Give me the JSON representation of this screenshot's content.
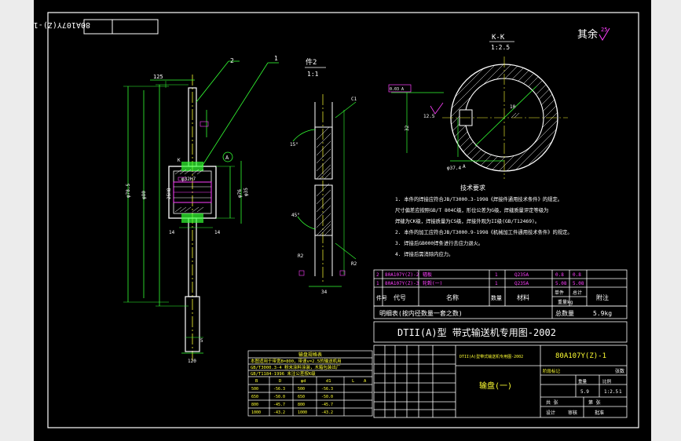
{
  "drawing": {
    "number": "80A107Y(Z)-1",
    "number_mirror": "80A107Y(Z)-1",
    "series_title": "DTII(A)型 带式输送机专用图-2002",
    "table_title": "DTII(A)型带式输送机专用图-2002",
    "part_name": "输盘(一)",
    "roughness_note": "其余",
    "roughness_value": "25"
  },
  "section": {
    "name": "K-K",
    "scale": "1:2.5",
    "keyway_depth": "φ37.4",
    "keyway_width": "10",
    "tol_frame": "0.03 A",
    "angle_label": "A",
    "ra_label": "12.5",
    "dim_side": "32"
  },
  "detail": {
    "name": "件2",
    "scale": "1:1",
    "angle1": "15°",
    "angle2": "45°",
    "chamfer": "C1",
    "dim_bottom": "34",
    "r_label": "R2",
    "r2_label": "R2"
  },
  "main_view": {
    "leader_1": "1",
    "leader_2": "2",
    "leader_a": "A",
    "dim_top": "125",
    "dim_inner": "φ32H7",
    "dim_hub": "25H8",
    "dim_phi1": "φ80",
    "dim_phi2": "φ76",
    "dim_bore": "φ35",
    "dim_bottom": "120",
    "dim_side_left": "φ78.5",
    "label_k": "K",
    "dim_14a": "14",
    "dim_14b": "14",
    "dim_5": "5"
  },
  "tech_req": {
    "title": "技术要求",
    "items": [
      "1. 本件的焊接应符合JB/T3000.3-1998《焊接件通用技术条件》的规定。",
      "   尺寸偏差应按照GB/T 804C级，形位公差为G级，焊缝质量评定等级为",
      "   焊缝为CK级，焊接质量为CS级，焊接外观为II级(GB/T12469)。",
      "2. 本件的加工应符合JB/T3000.9-1998《机械加工件通用技术条件》的规定。",
      "3. 焊接后GB000焊条进行去应力退火。",
      "4. 焊接后需消除内应力。"
    ]
  },
  "parts_list": {
    "rows": [
      {
        "no": "2",
        "code": "80A107Y(Z)-2",
        "name": "辐板",
        "qty": "1",
        "material": "Q235A",
        "weight": "0.8",
        "total": "0.8"
      },
      {
        "no": "1",
        "code": "80A107Y(Z)-3",
        "name": "轮毂(一)",
        "qty": "1",
        "material": "Q235A",
        "weight": "5.08",
        "total": "5.08"
      }
    ],
    "header": {
      "no": "件号",
      "code": "代号",
      "name": "名称",
      "qty": "数量",
      "material": "材料",
      "unit": "单件",
      "total": "总计",
      "weight_label": "重量kg",
      "note": "附注"
    },
    "summary_label": "明细表(按内径数量一套之数)",
    "total_weight_label": "总数量",
    "total_weight": "5.9kg"
  },
  "revision_table": {
    "title": "输盘规格表",
    "rows": [
      "本图适用于带宽B=800，带速v=2.5的输送机用",
      "GB/T3000.3-4 粉末涂料涂装，木箱包装出厂",
      "GB/T1184-1996 未注公差按K级"
    ],
    "head": [
      "B",
      "D",
      "φd",
      "d1",
      "L",
      "A"
    ],
    "cells": [
      [
        "500",
        "-56.3",
        "500",
        "-56.3"
      ],
      [
        "650",
        "-50.0",
        "650",
        "-50.0"
      ],
      [
        "800",
        "-45.7",
        "800",
        "-45.7"
      ],
      [
        "1000",
        "-43.2",
        "1000",
        "-43.2"
      ]
    ]
  },
  "title_block": {
    "design": "设计",
    "check": "审核",
    "approve": "批准",
    "scale_label": "比例",
    "weight_label": "重量",
    "sheets_label": "张数",
    "scale_value": "1:2.5",
    "weight_value": "5.9",
    "sheet_value": "1",
    "stage_label": "阶段标记",
    "total_sheets": "共 张",
    "sheet_no": "第 张"
  }
}
